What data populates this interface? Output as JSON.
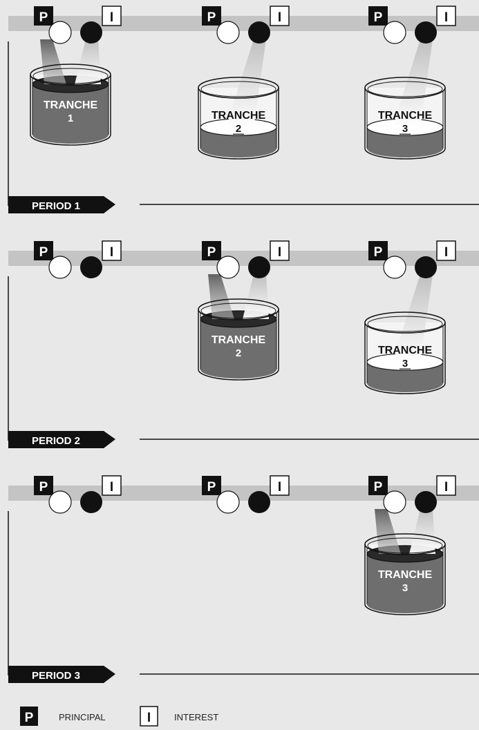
{
  "legend": {
    "principal_letter": "P",
    "principal_label": "PRINCIPAL",
    "interest_letter": "I",
    "interest_label": "INTEREST"
  },
  "periods": [
    {
      "label": "PERIOD 1",
      "tranches": [
        {
          "label": "TRANCHE",
          "number": "1",
          "fill_level": 1.0,
          "receives_principal": true,
          "receives_interest": true
        },
        {
          "label": "TRANCHE",
          "number": "2",
          "fill_level": 0.35,
          "receives_principal": false,
          "receives_interest": true
        },
        {
          "label": "TRANCHE",
          "number": "3",
          "fill_level": 0.35,
          "receives_principal": false,
          "receives_interest": true
        }
      ]
    },
    {
      "label": "PERIOD 2",
      "tranches": [
        {
          "label": "TRANCHE",
          "number": "2",
          "fill_level": 1.0,
          "receives_principal": true,
          "receives_interest": true
        },
        {
          "label": "TRANCHE",
          "number": "3",
          "fill_level": 0.35,
          "receives_principal": false,
          "receives_interest": true
        }
      ]
    },
    {
      "label": "PERIOD 3",
      "tranches": [
        {
          "label": "TRANCHE",
          "number": "3",
          "fill_level": 1.0,
          "receives_principal": true,
          "receives_interest": true
        }
      ]
    }
  ],
  "colors": {
    "background": "#e8e8e8",
    "pipe": "#c4c4c4",
    "fill": "#6e6e6e",
    "ink": "#111111",
    "glass": "#f4f4f4"
  }
}
